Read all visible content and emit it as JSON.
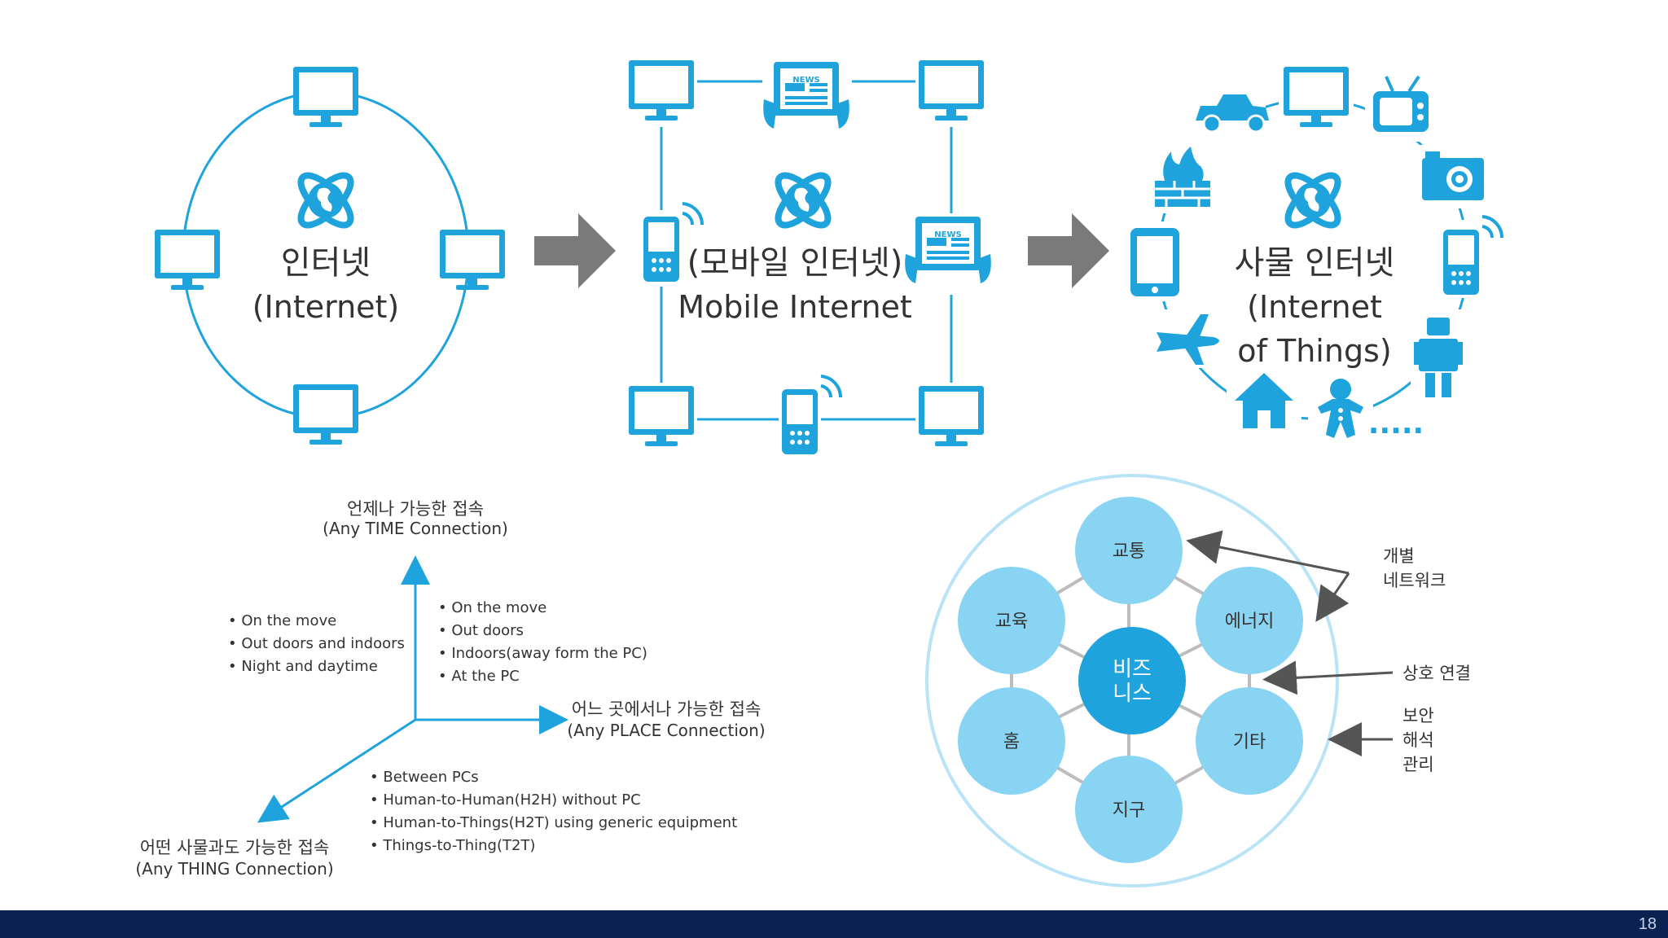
{
  "colors": {
    "accent": "#1ea3dc",
    "accent_light": "#8ad4f3",
    "arrow_gray": "#7a7a7a",
    "text": "#333333",
    "footer": "#0b2152"
  },
  "evolution": {
    "internet": {
      "korean": "인터넷",
      "english": "(Internet)"
    },
    "mobile": {
      "korean": "(모바일 인터넷)",
      "english": "Mobile Internet"
    },
    "iot": {
      "korean": "사물 인터넷",
      "english_line1": "(Internet",
      "english_line2": "of Things)",
      "ellipsis": "....."
    },
    "news_label": "NEWS"
  },
  "axes": {
    "time": {
      "korean": "언제나 가능한 접속",
      "english": "(Any TIME Connection)"
    },
    "place": {
      "korean": "어느 곳에서나 가능한 접속",
      "english": "(Any PLACE Connection)"
    },
    "thing": {
      "korean": "어떤 사물과도 가능한 접속",
      "english": "(Any THING Connection)"
    },
    "left_list": [
      "On the move",
      "Out doors and indoors",
      "Night and daytime"
    ],
    "right_list": [
      "On the move",
      "Out doors",
      "Indoors(away form the PC)",
      "At the PC"
    ],
    "bottom_list": [
      "Between PCs",
      "Human-to-Human(H2H) without PC",
      "Human-to-Things(H2T) using generic equipment",
      "Things-to-Thing(T2T)"
    ]
  },
  "network": {
    "center": [
      "비즈",
      "니스"
    ],
    "nodes": [
      "교통",
      "에너지",
      "기타",
      "지구",
      "홈",
      "교육"
    ],
    "annotations": {
      "individual": [
        "개별",
        "네트워크"
      ],
      "mutual": "상호 연결",
      "security": [
        "보안",
        "해석",
        "관리"
      ]
    }
  },
  "footer": {
    "page_number": "18"
  }
}
